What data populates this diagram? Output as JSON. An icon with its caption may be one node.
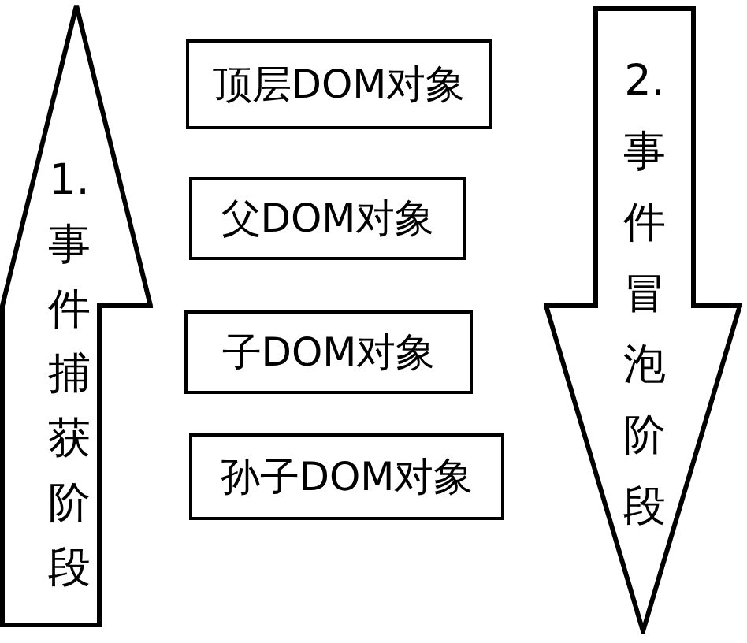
{
  "diagram": {
    "nodes": [
      {
        "text": [
          "1.事件捕获阶段"
        ]
      },
      {
        "text": [
          "顶层DOM对象"
        ]
      },
      {
        "text": [
          "父DOM对象"
        ]
      },
      {
        "text": [
          "子DOM对象"
        ]
      },
      {
        "text": [
          "孙子DOM对象"
        ]
      },
      {
        "text": [
          "2.事件冒泡阶段"
        ]
      }
    ]
  }
}
